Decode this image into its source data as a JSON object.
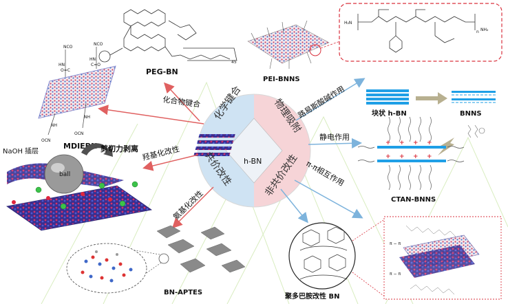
{
  "center": {
    "label": "h-BN",
    "quadrants": {
      "top_left": "化学键合",
      "top_right": "物理吸附",
      "bottom_left": "共价改性",
      "bottom_right": "非共价改性"
    }
  },
  "modules": {
    "peg": {
      "label": "PEG-BN",
      "subscript": "45"
    },
    "pei": {
      "label": "PEI-BNNS",
      "chain_end_left": "H₂N",
      "chain_end_right": "NH₂",
      "chain_sub": "n"
    },
    "mdiebn": {
      "label": "MDIEBN",
      "groups": [
        "NCO",
        "NCO",
        "OCN",
        "OCN",
        "HN",
        "HN",
        "NH",
        "NH",
        "O=C",
        "C=O"
      ]
    },
    "bulk": {
      "label": "块状 h-BN",
      "product": "BNNS"
    },
    "ctan": {
      "label": "CTAN-BNNS"
    },
    "naoh": {
      "text": "NaOH 插层",
      "shear": "剪切力剥离",
      "ball": "ball"
    },
    "aptes": {
      "label": "BN-APTES"
    },
    "pda": {
      "label": "聚多巴胺改性 BN",
      "pi_label_1": "π − π",
      "pi_label_2": "π − π"
    }
  },
  "arrows": {
    "compound": "化合物键合",
    "lewis": "路易斯酸碱作用",
    "electro": "静电作用",
    "hydroxyl": "羟基化改性",
    "amino": "氨基化改性",
    "pipi": "π-π相互作用"
  },
  "colors": {
    "center_blue": "#cfe3f3",
    "center_pink": "#f6d4d7",
    "arrow_red": "#e06060",
    "arrow_blue": "#7db3dc",
    "dash_red": "#d9303c",
    "layer_blue": "#1f9fe6"
  }
}
